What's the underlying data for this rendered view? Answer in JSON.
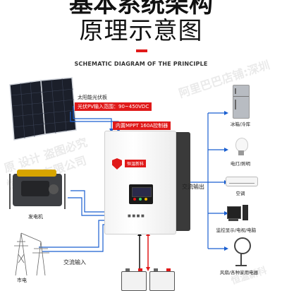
{
  "header": {
    "title_top": "基本系统架构",
    "title_main": "原理示意图",
    "subtitle": "SCHEMATIC DIAGRAM OF THE PRINCIPLE"
  },
  "solar": {
    "label": "太阳能光伏板",
    "input_range": "光伏PV输入范围：90~450VDC"
  },
  "inverter": {
    "controller_tag": "内置MPPT 160A控制器",
    "brand": "恒温新科",
    "model": "■ ■ ■ ■"
  },
  "sources": {
    "generator": "发电机",
    "grid": "市电",
    "ac_input": "交流输入",
    "ac_output": "交流输出"
  },
  "appliances": [
    {
      "label": "冰箱/冷库",
      "icon": "fridge-icon"
    },
    {
      "label": "电灯/照明",
      "icon": "bulb-icon"
    },
    {
      "label": "空调",
      "icon": "air-conditioner-icon"
    },
    {
      "label": "监控显示/电视/电脑",
      "icon": "computer-icon"
    },
    {
      "label": "风扇/各种家用电器",
      "icon": "fan-icon"
    }
  ],
  "watermarks": {
    "left": "原 设计 盗图必究",
    "left2": "恒温 子有限公司",
    "right": "阿里巴巴店铺:深圳",
    "right_edge": "恒温新科"
  },
  "colors": {
    "accent": "#e01919",
    "wire": "#1a5fd0",
    "battery_pos": "#e01919",
    "battery_neg": "#111111"
  }
}
